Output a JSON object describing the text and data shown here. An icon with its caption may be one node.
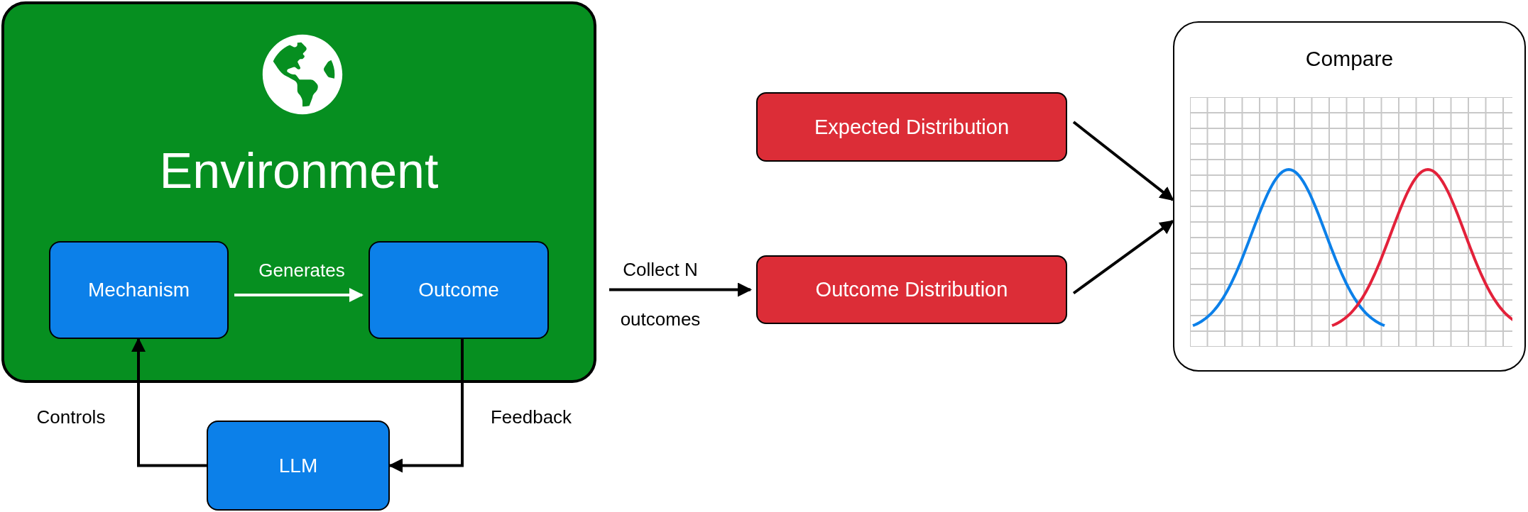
{
  "diagram": {
    "nodes": [
      {
        "text": [
          "Environment"
        ]
      },
      {
        "text": [
          "Mechanism"
        ],
        "in": 0
      },
      {
        "text": [
          "Outcome"
        ],
        "in": 0
      },
      {
        "text": [
          "LLM"
        ]
      },
      {
        "text": [
          "Expected Distribution"
        ]
      },
      {
        "text": [
          "Outcome Distribution"
        ]
      },
      {
        "text": [
          "Compare"
        ]
      }
    ],
    "edges": [
      {
        "from": 1,
        "to": 2,
        "arrow": "to",
        "label": "Generates",
        "color": "#ffffff"
      },
      {
        "from": 3,
        "to": 1,
        "arrow": "to",
        "label": "Controls"
      },
      {
        "from": 2,
        "to": 3,
        "arrow": "to",
        "label": "Feedback"
      },
      {
        "from": 0,
        "to": 5,
        "arrow": "to",
        "label": "Collect N outcomes"
      },
      {
        "from": 4,
        "to": 6,
        "arrow": "to"
      },
      {
        "from": 5,
        "to": 6,
        "arrow": "to"
      }
    ]
  }
}
